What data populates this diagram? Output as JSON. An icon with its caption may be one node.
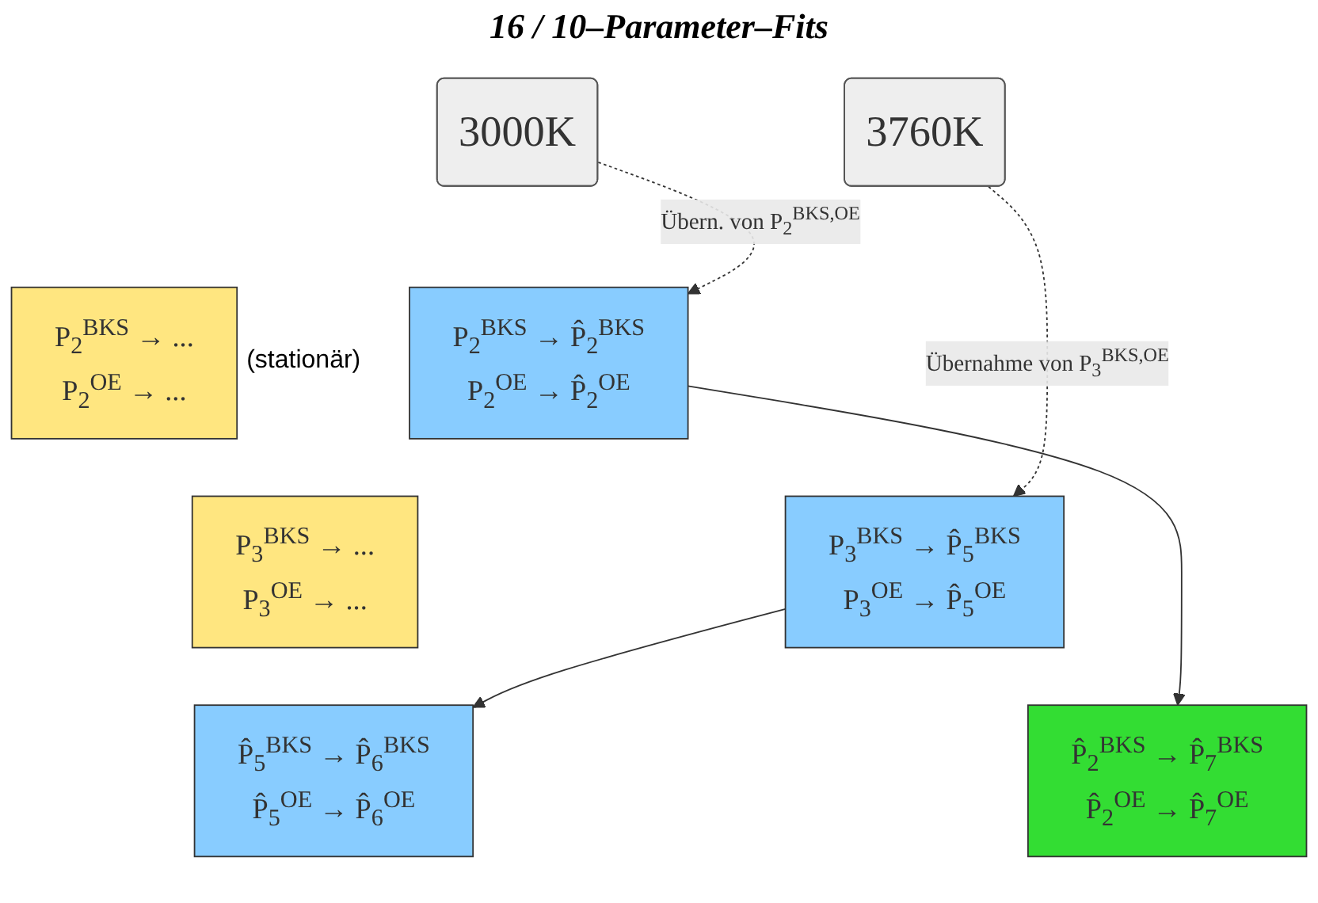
{
  "diagram": {
    "title": "16 / 10–Parameter–Fits",
    "nodes": [
      {
        "text": [
          "3760K"
        ]
      },
      {
        "text": [
          "3000K"
        ]
      },
      {
        "text": [
          "P$_{2}$$^{BKS}$ → P̂$_{2}$$^{BKS}$",
          "P$_{2}$$^{OE}$ → P̂$_{2}$$^{OE}$"
        ]
      },
      {
        "text": [
          "P$_{2}$$^{BKS}$ → ...",
          "P$_{2}$$^{OE}$ → ..."
        ],
        "beside": [
          "(stationär)"
        ]
      },
      {
        "text": [
          "P$_{3}$$^{BKS}$ → ...",
          "P$_{3}$$^{OE}$ → ..."
        ]
      },
      {
        "text": [
          "P$_{3}$$^{BKS}$ → P̂$_{5}$$^{BKS}$",
          "P$_{3}$$^{OE}$ → P̂$_{5}$$^{OE}$"
        ]
      },
      {
        "text": [
          "P̂$_{5}$$^{BKS}$ → P̂$_{6}$$^{BKS}$",
          "P̂$_{5}$$^{OE}$ → P̂$_{6}$$^{OE}$"
        ]
      },
      {
        "text": [
          "P̂$_{2}$$^{BKS}$ → P̂$_{7}$$^{BKS}$",
          "P̂$_{2}$$^{OE}$ → P̂$_{7}$$^{OE}$"
        ]
      }
    ],
    "edges": [
      {
        "from": 1,
        "to": 2,
        "arrow": "to",
        "style": "dashed",
        "label": "Übern. von P$_{2}$$^{BKS,OE}$"
      },
      {
        "from": 0,
        "to": 5,
        "arrow": "to",
        "style": "dashed",
        "label": "Übernahme von P$_{3}$$^{BKS,OE}$"
      },
      {
        "from": 2,
        "to": 7,
        "arrow": "to"
      },
      {
        "from": 5,
        "to": 6,
        "arrow": "to"
      }
    ]
  }
}
